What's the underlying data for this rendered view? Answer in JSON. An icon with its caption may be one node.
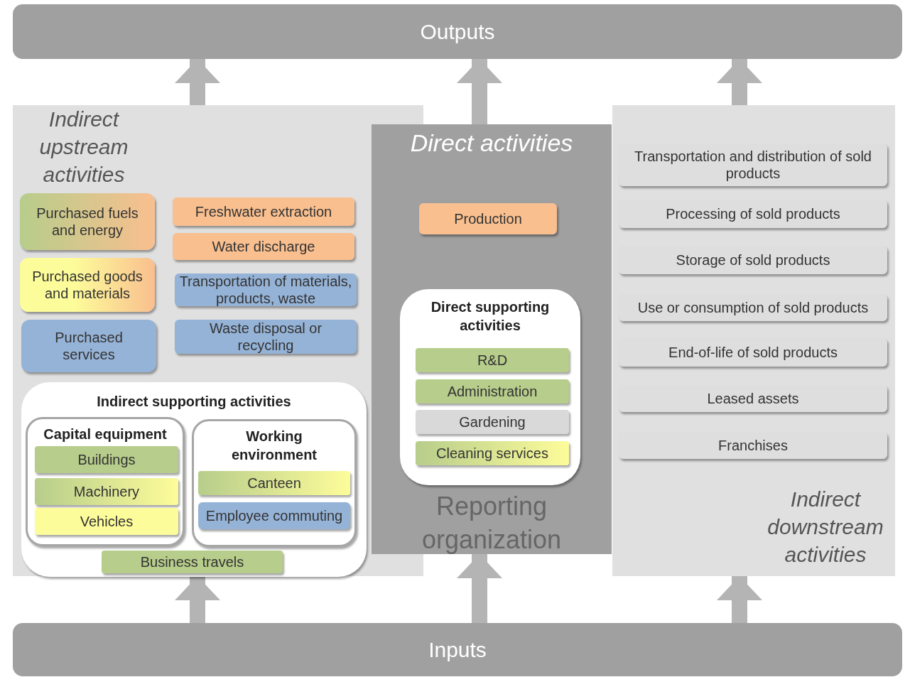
{
  "diagram": {
    "nodes": [
      {
        "text": [
          "Outputs"
        ]
      },
      {
        "text": [
          "Indirect upstream activities"
        ]
      },
      {
        "text": [
          "Purchased fuels and energy"
        ],
        "in": 1
      },
      {
        "text": [
          "Freshwater extraction"
        ],
        "in": 1
      },
      {
        "text": [
          "Water discharge"
        ],
        "in": 1
      },
      {
        "text": [
          "Purchased goods and materials"
        ],
        "in": 1
      },
      {
        "text": [
          "Transportation of materials, products, waste"
        ],
        "in": 1
      },
      {
        "text": [
          "Purchased services"
        ],
        "in": 1
      },
      {
        "text": [
          "Waste disposal or recycling"
        ],
        "in": 1
      },
      {
        "text": [
          "Indirect supporting activities"
        ],
        "in": 1
      },
      {
        "text": [
          "Capital equipment"
        ],
        "in": 9
      },
      {
        "text": [
          "Buildings"
        ],
        "in": 10
      },
      {
        "text": [
          "Machinery"
        ],
        "in": 10
      },
      {
        "text": [
          "Vehicles"
        ],
        "in": 10
      },
      {
        "text": [
          "Working environment"
        ],
        "in": 9
      },
      {
        "text": [
          "Canteen"
        ],
        "in": 14
      },
      {
        "text": [
          "Employee commuting"
        ],
        "in": 14
      },
      {
        "text": [
          "Business travels"
        ],
        "in": 9
      },
      {
        "text": [
          "Direct activities",
          "Reporting organization"
        ]
      },
      {
        "text": [
          "Production"
        ],
        "in": 18
      },
      {
        "text": [
          "Direct supporting activities"
        ],
        "in": 18
      },
      {
        "text": [
          "R&D"
        ],
        "in": 20
      },
      {
        "text": [
          "Administration"
        ],
        "in": 20
      },
      {
        "text": [
          "Gardening"
        ],
        "in": 20
      },
      {
        "text": [
          "Cleaning services"
        ],
        "in": 20
      },
      {
        "text": [
          "Indirect downstream activities"
        ]
      },
      {
        "text": [
          "Transportation and distribution of sold products"
        ],
        "in": 25
      },
      {
        "text": [
          "Processing of sold products"
        ],
        "in": 25
      },
      {
        "text": [
          "Storage of sold products"
        ],
        "in": 25
      },
      {
        "text": [
          "Use or consumption of sold products"
        ],
        "in": 25
      },
      {
        "text": [
          "End-of-life of sold products"
        ],
        "in": 25
      },
      {
        "text": [
          "Leased assets"
        ],
        "in": 25
      },
      {
        "text": [
          "Franchises"
        ],
        "in": 25
      },
      {
        "text": [
          "Inputs"
        ]
      }
    ],
    "edges": [
      {
        "from": 1,
        "to": 0,
        "arrow": "to"
      },
      {
        "from": 18,
        "to": 0,
        "arrow": "to"
      },
      {
        "from": 25,
        "to": 0,
        "arrow": "to"
      },
      {
        "from": 33,
        "to": 1,
        "arrow": "to"
      },
      {
        "from": 33,
        "to": 18,
        "arrow": "to"
      },
      {
        "from": 33,
        "to": 25,
        "arrow": "to"
      }
    ]
  }
}
